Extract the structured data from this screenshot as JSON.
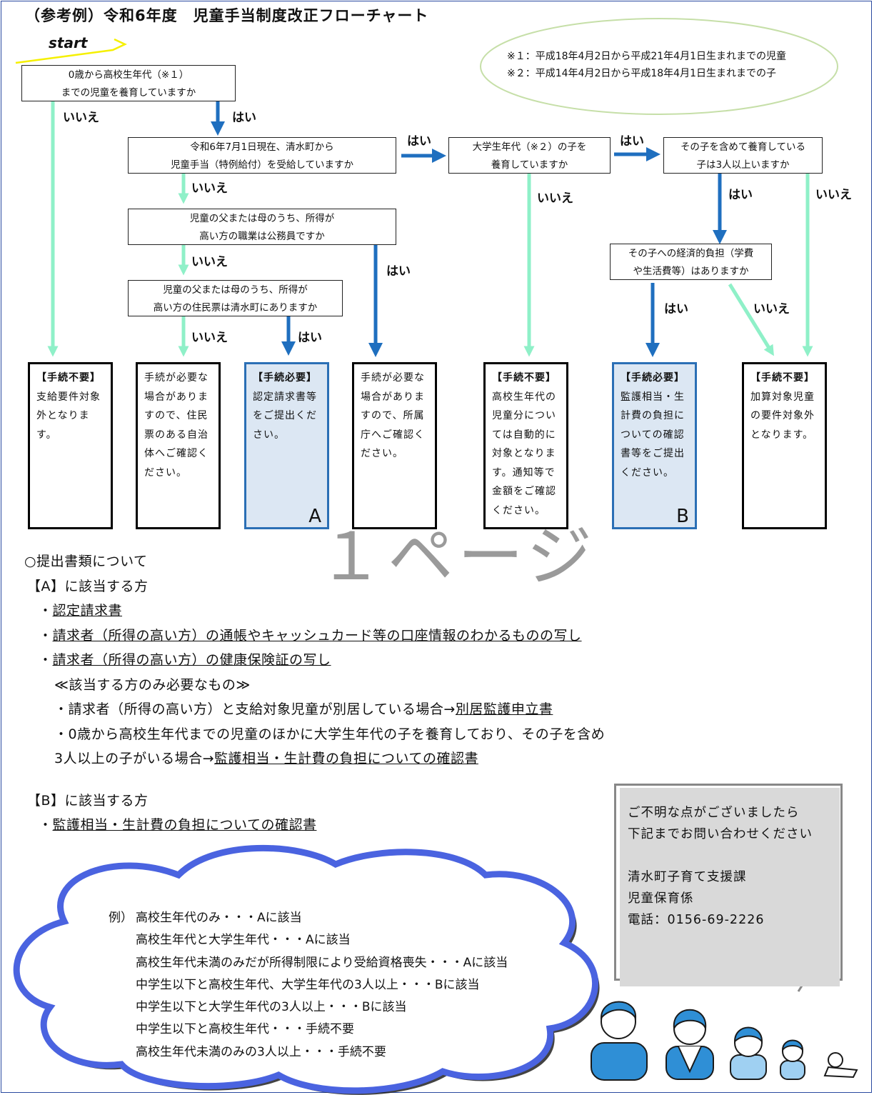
{
  "title": "（参考例）令和6年度　児童手当制度改正フローチャート",
  "start_label": "start",
  "notes": [
    "※１：平成18年4月2日から平成21年4月1日生まれまでの児童",
    "※２：平成14年4月2日から平成18年4月1日生まれまでの子"
  ],
  "questions": {
    "q1": [
      "0歳から高校生年代（※１）",
      "までの児童を養育していますか"
    ],
    "q2": [
      "令和6年7月1日現在、清水町から",
      "児童手当（特例給付）を受給していますか"
    ],
    "q3": [
      "児童の父または母のうち、所得が",
      "高い方の職業は公務員ですか"
    ],
    "q4": [
      "児童の父または母のうち、所得が",
      "高い方の住民票は清水町にありますか"
    ],
    "q5": [
      "大学生年代（※２）の子を",
      "養育していますか"
    ],
    "q6": [
      "その子を含めて養育している",
      "子は3人以上いますか"
    ],
    "q7": [
      "その子への経済的負担（学費",
      "や生活費等）はありますか"
    ]
  },
  "yes": "はい",
  "no": "いいえ",
  "results": {
    "r1": {
      "head": "【手続不要】",
      "body": "支給要件対象外となります。",
      "letter": ""
    },
    "r2": {
      "head": "",
      "body": "手続が必要な場合がありますので、住民票のある自治体へご確認ください。",
      "letter": ""
    },
    "r3": {
      "head": "【手続必要】",
      "body": "認定請求書等をご提出ください。",
      "letter": "A"
    },
    "r4": {
      "head": "",
      "body": "手続が必要な場合がありますので、所属庁へご確認ください。",
      "letter": ""
    },
    "r5": {
      "head": "【手続不要】",
      "body": "高校生年代の児童分については自動的に対象となります。通知等で金額をご確認ください。",
      "letter": ""
    },
    "r6": {
      "head": "【手続必要】",
      "body": "監護相当・生計費の負担についての確認書等をご提出ください。",
      "letter": "B"
    },
    "r7": {
      "head": "【手続不要】",
      "body": "加算対象児童の要件対象外となります。",
      "letter": ""
    }
  },
  "watermark": "１ページ",
  "documents": {
    "heading": "○提出書類について",
    "a_heading": "【A】に該当する方",
    "a_items": [
      "認定請求書",
      "請求者（所得の高い方）の通帳やキャッシュカード等の口座情報のわかるものの写し",
      "請求者（所得の高い方）の健康保険証の写し"
    ],
    "optional_heading": "≪該当する方のみ必要なもの≫",
    "optional_1_prefix": "・請求者（所得の高い方）と支給対象児童が別居している場合→",
    "optional_1_doc": "別居監護申立書",
    "optional_2_line1": "・0歳から高校生年代までの児童のほかに大学生年代の子を養育しており、その子を含め",
    "optional_2_prefix": "3人以上の子がいる場合→",
    "optional_2_doc": "監護相当・生計費の負担についての確認書",
    "b_heading": "【B】に該当する方",
    "b_items": [
      "監護相当・生計費の負担についての確認書"
    ]
  },
  "contact": {
    "line1": "ご不明な点がございましたら",
    "line2": "下記までお問い合わせください",
    "dept": "清水町子育て支援課",
    "section": "児童保育係",
    "phone": "電話：0156-69-2226"
  },
  "examples": {
    "prefix": "例）",
    "lines": [
      "高校生年代のみ・・・Aに該当",
      "高校生年代と大学生年代・・・Aに該当",
      "高校生年代未満のみだが所得制限により受給資格喪失・・・Aに該当",
      "中学生以下と高校生年代、大学生年代の3人以上・・・Bに該当",
      "中学生以下と大学生年代の3人以上・・・Bに該当",
      "中学生以下と高校生年代・・・手続不要",
      "高校生年代未満のみの3人以上・・・手続不要"
    ]
  },
  "colors": {
    "yes_arrow": "#1f6fbf",
    "no_arrow": "#8ff0c8",
    "blue_box": "#dce7f3",
    "blue_border": "#2b6fb5",
    "ellipse": "#c6dfa8",
    "cloud": "#4a63e0"
  }
}
